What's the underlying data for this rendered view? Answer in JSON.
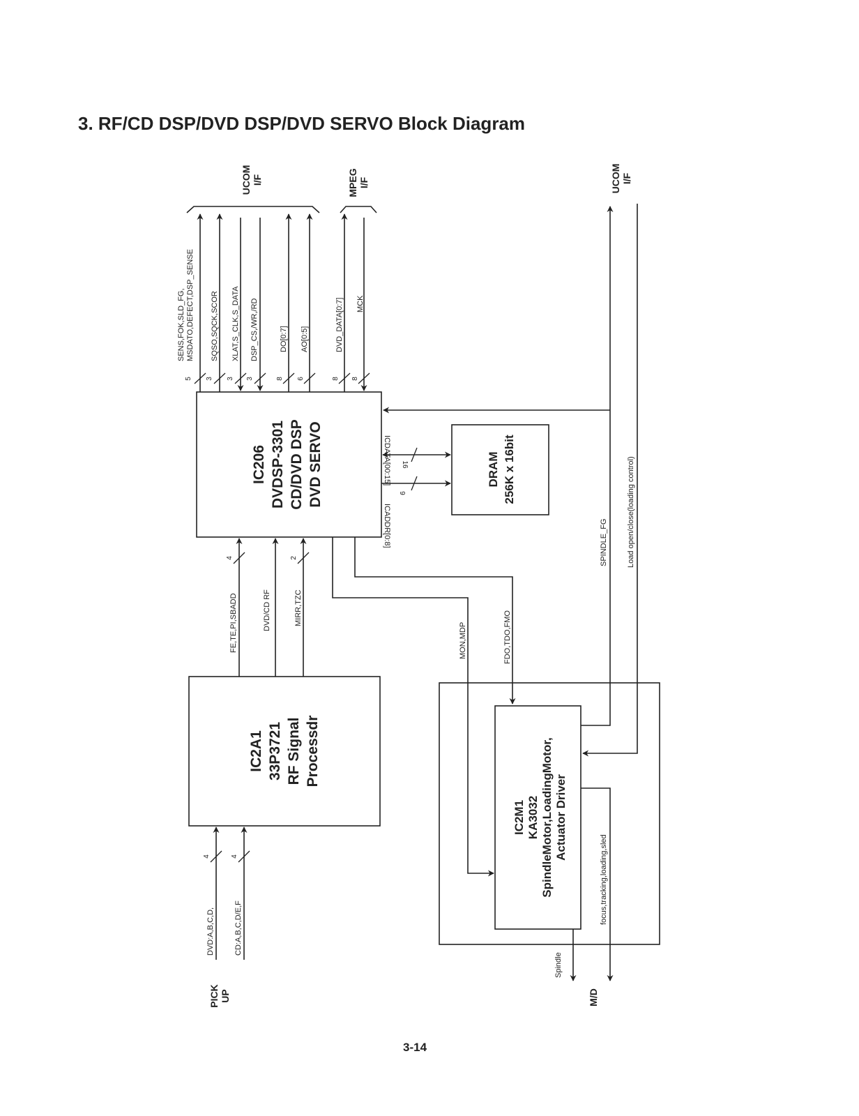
{
  "title": "3. RF/CD DSP/DVD DSP/DVD SERVO Block Diagram",
  "page_number": "3-14",
  "blocks": {
    "ic206": {
      "lines": [
        "IC206",
        "DVDSP-3301",
        "CD/DVD DSP",
        "DVD SERVO"
      ]
    },
    "dram": {
      "lines": [
        "DRAM",
        "256K x 16bit"
      ]
    },
    "ic2a1": {
      "lines": [
        "IC2A1",
        "33P3721",
        "RF Signal",
        "Processdr"
      ]
    },
    "ic2m1": {
      "lines": [
        "IC2M1",
        "KA3032",
        "SpindleMotor,LoadingMotor,",
        "Actuator Driver"
      ]
    }
  },
  "ports": {
    "ucom_top": [
      "UCOM",
      "I/F"
    ],
    "mpeg": [
      "MPEG",
      "I/F"
    ],
    "ucom_right": [
      "UCOM",
      "I/F"
    ],
    "pickup": [
      "PICK",
      "UP"
    ],
    "md": "M/D"
  },
  "signals": {
    "sens_line1": "SENS,FOK,SLD_FG,",
    "sens_line2": "MSDATO,DEFECT,DSP_SENSE",
    "sqso": "SQSO,SQCK,SCOR",
    "xlat": "XLAT,S_CLK,S_DATA",
    "dsp_cs": "DSP_CS,/WR,/RD",
    "do": "DO[0:7]",
    "ao": "AO[0:5]",
    "dvd_data": "DVD_DATA[0:7]",
    "mck": "MCK",
    "icdata": "ICDATA[00:15]",
    "icaddr": "ICADDR[0:8]",
    "fe_te": "FE,TE,PI,SBADD",
    "dvd_cd_rf": "DVD/CD RF",
    "mirr_tzc": "MIRR,TZC",
    "mon_mdp": "MON,MDP",
    "fdo_tdo": "FDO,TDO,FMO",
    "spindle_fg": "SPINDLE_FG",
    "load_ctrl": "Load open/close(loading control)",
    "dvd_abcd": "DVD:A,B,C,D,",
    "cd_abcdef": "CD:A,B,C,D/E,F",
    "spindle": "Spindle",
    "focus": "focus,tracking,loading,sled"
  },
  "counts": {
    "sens": "5",
    "sqso": "3",
    "xlat": "3",
    "dsp_cs": "3",
    "do": "8",
    "ao": "6",
    "dvd_data": "8",
    "mck": "8",
    "icdata": "16",
    "icaddr": "9",
    "fe_te": "4",
    "mirr_tzc": "2",
    "dvd_abcd": "4",
    "cd_abcdef": "4"
  }
}
